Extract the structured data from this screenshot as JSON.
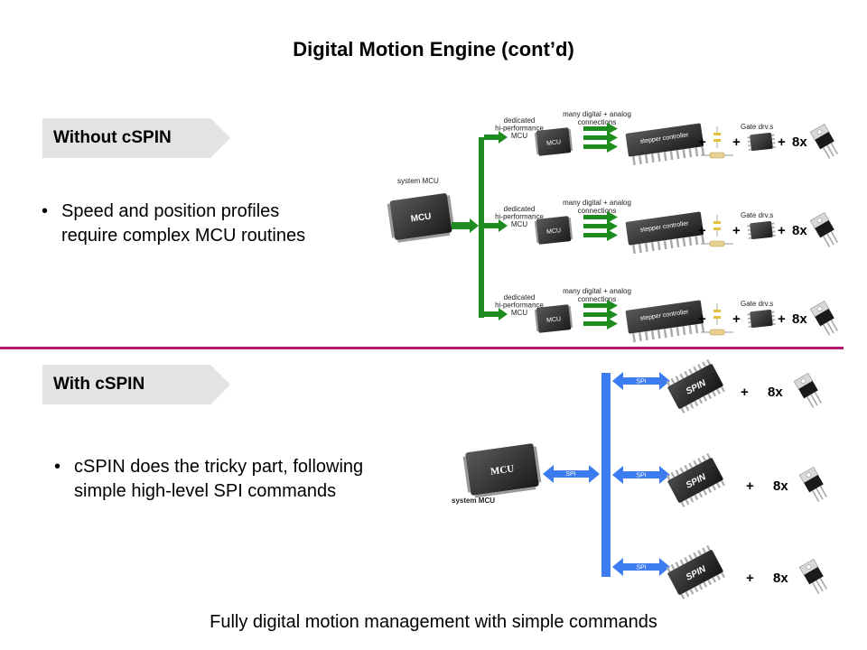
{
  "title": "Digital Motion Engine (cont’d)",
  "section_without": {
    "banner": "Without cSPIN",
    "bullet": [
      "Speed and position profiles",
      "require complex MCU routines"
    ],
    "system_mcu_label": "system MCU",
    "mcu_chip": "MCU",
    "rows": [
      {
        "dedicated": [
          "dedicated",
          "hi-performance",
          "MCU"
        ],
        "chip": "MCU",
        "connections": [
          "many digital + analog",
          "connections"
        ],
        "controller": "stepper controller",
        "gate": "Gate drv.s",
        "plus": "+",
        "mult": "8x"
      },
      {
        "dedicated": [
          "dedicated",
          "hi-performance",
          "MCU"
        ],
        "chip": "MCU",
        "connections": [
          "many digital + analog",
          "connections"
        ],
        "controller": "stepper controller",
        "gate": "Gate drv.s",
        "plus": "+",
        "mult": "8x"
      },
      {
        "dedicated": [
          "dedicated",
          "hi-performance",
          "MCU"
        ],
        "chip": "MCU",
        "connections": [
          "many digital + analog",
          "connections"
        ],
        "controller": "stepper controller",
        "gate": "Gate drv.s",
        "plus": "+",
        "mult": "8x"
      }
    ]
  },
  "section_with": {
    "banner": "With cSPIN",
    "bullet": [
      "cSPIN does the tricky part, following",
      "simple high-level SPI commands"
    ],
    "mcu_chip": "MCU",
    "system_mcu_label": "system MCU",
    "spi_label": "SPI",
    "rows": [
      {
        "spi": "SPI",
        "chip": "SPIN",
        "plus": "+",
        "mult": "8x"
      },
      {
        "spi": "SPI",
        "chip": "SPIN",
        "plus": "+",
        "mult": "8x"
      },
      {
        "spi": "SPI",
        "chip": "SPIN",
        "plus": "+",
        "mult": "8x"
      }
    ]
  },
  "footer": "Fully digital motion management with simple commands",
  "colors": {
    "green_arrow": "#1e8c1e",
    "blue_arrow": "#3d7cf0",
    "divider": "#b5176b",
    "banner": "#e3e3e3"
  }
}
